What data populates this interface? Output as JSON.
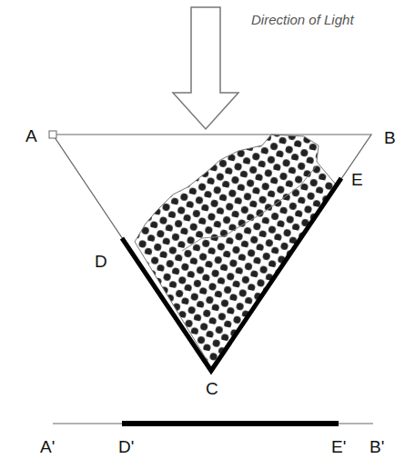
{
  "diagram": {
    "labels": [
      "Direction of Light",
      "A",
      "B",
      "D",
      "E",
      "C",
      "A'",
      "D'",
      "E'",
      "B'"
    ]
  }
}
